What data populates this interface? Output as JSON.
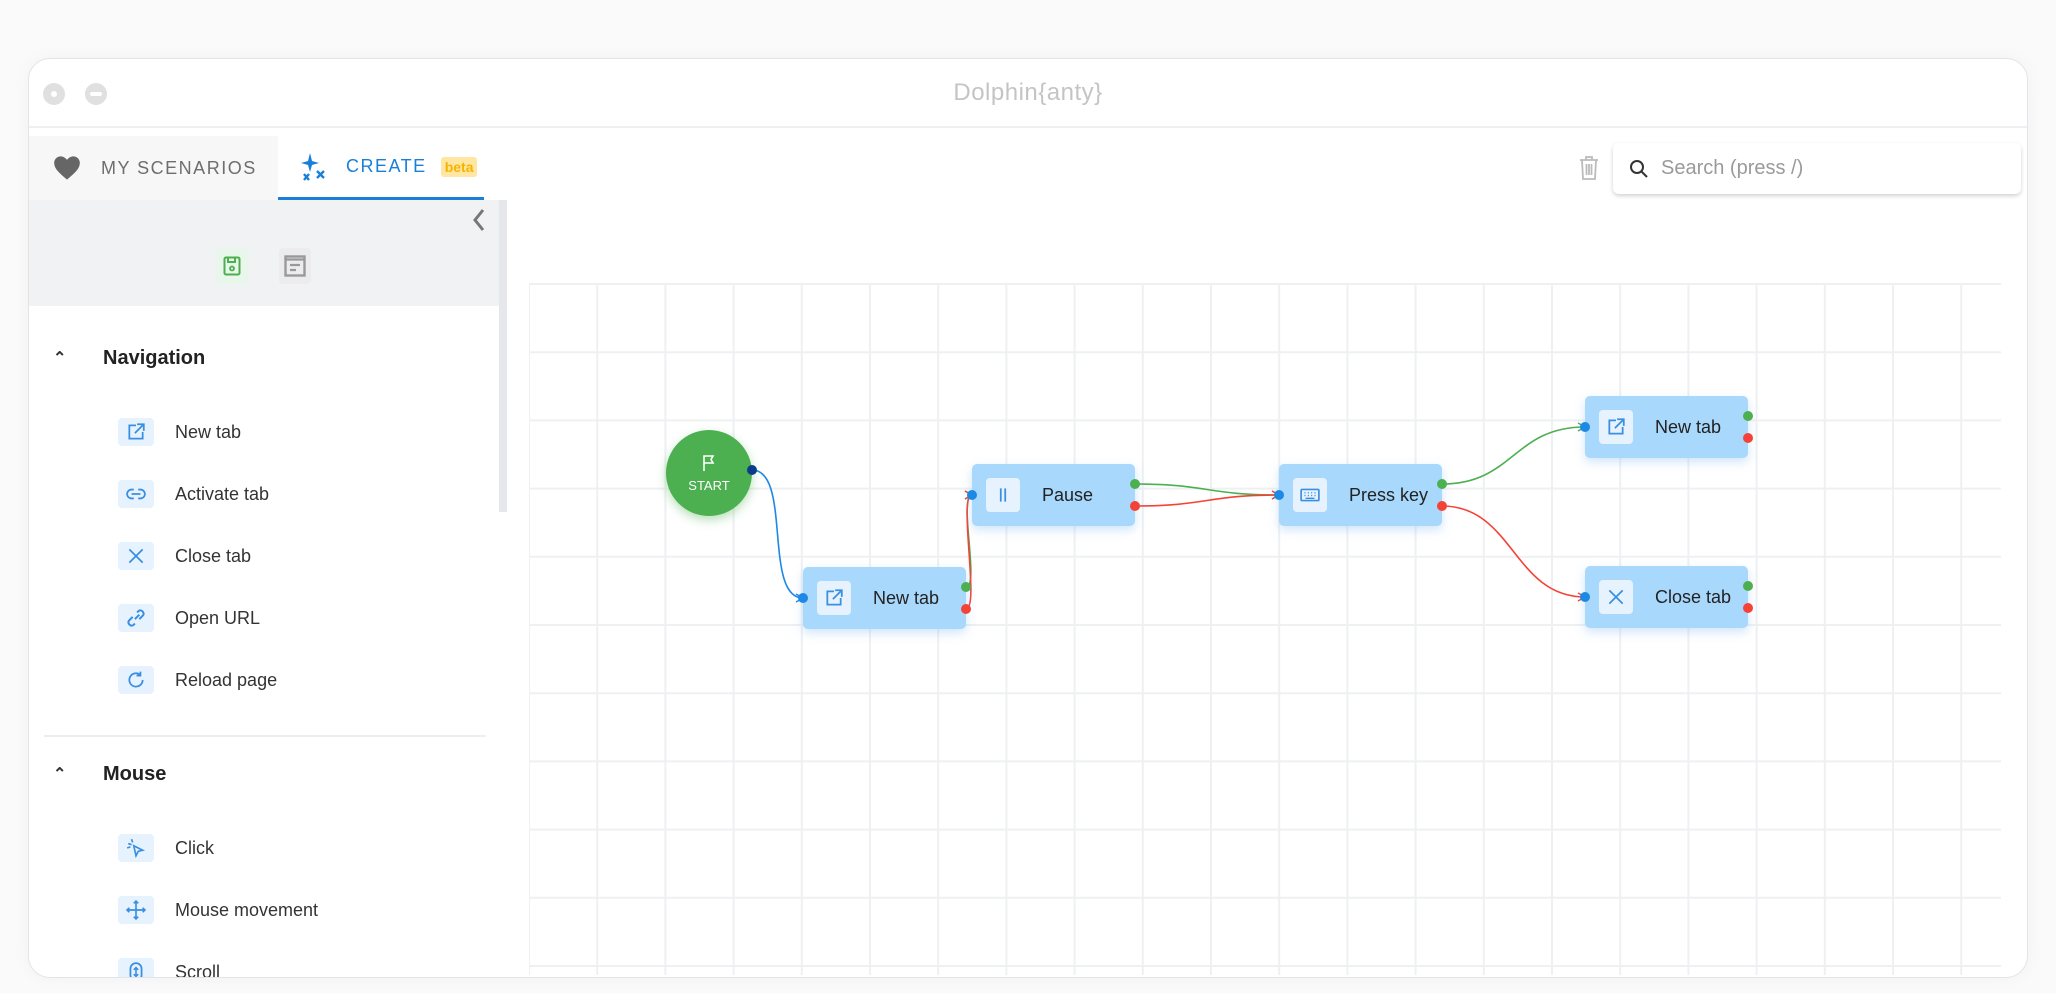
{
  "window": {
    "title": "Dolphin{anty}"
  },
  "tabs": [
    {
      "label": "MY SCENARIOS",
      "icon": "heart-icon"
    },
    {
      "label": "CREATE",
      "icon": "sparkles-icon",
      "badge": "beta",
      "active": true
    }
  ],
  "search": {
    "placeholder": "Search (press /)",
    "value": ""
  },
  "sidebar": {
    "sections": [
      {
        "title": "Navigation",
        "expanded": true,
        "items": [
          {
            "label": "New tab",
            "icon": "external-link-icon"
          },
          {
            "label": "Activate tab",
            "icon": "link-horizontal-icon"
          },
          {
            "label": "Close tab",
            "icon": "close-icon"
          },
          {
            "label": "Open URL",
            "icon": "chain-link-icon"
          },
          {
            "label": "Reload page",
            "icon": "reload-icon"
          }
        ]
      },
      {
        "title": "Mouse",
        "expanded": true,
        "items": [
          {
            "label": "Click",
            "icon": "cursor-click-icon"
          },
          {
            "label": "Mouse movement",
            "icon": "move-arrows-icon"
          },
          {
            "label": "Scroll",
            "icon": "scroll-mouse-icon"
          }
        ]
      }
    ]
  },
  "graph": {
    "start": {
      "label": "START"
    },
    "nodes": [
      {
        "id": "n1",
        "label": "New tab",
        "icon": "external-link-icon"
      },
      {
        "id": "n2",
        "label": "Pause",
        "icon": "pause-icon"
      },
      {
        "id": "n3",
        "label": "Press key",
        "icon": "keyboard-icon"
      },
      {
        "id": "n4",
        "label": "New tab",
        "icon": "external-link-icon"
      },
      {
        "id": "n5",
        "label": "Close tab",
        "icon": "close-icon"
      }
    ],
    "edges": [
      {
        "from": "start",
        "to": "n1",
        "type": "default"
      },
      {
        "from": "n1",
        "to": "n2",
        "type": "success"
      },
      {
        "from": "n1",
        "to": "n2",
        "type": "error"
      },
      {
        "from": "n2",
        "to": "n3",
        "type": "success"
      },
      {
        "from": "n2",
        "to": "n3",
        "type": "error"
      },
      {
        "from": "n3",
        "to": "n4",
        "type": "success"
      },
      {
        "from": "n3",
        "to": "n5",
        "type": "error"
      }
    ]
  },
  "colors": {
    "accent": "#1a7fd9",
    "success": "#4caf50",
    "error": "#f44336",
    "node": "#a9d8fd",
    "start": "#4caf50",
    "default_edge": "#1e88e5",
    "start_port": "#0d3b8c"
  }
}
